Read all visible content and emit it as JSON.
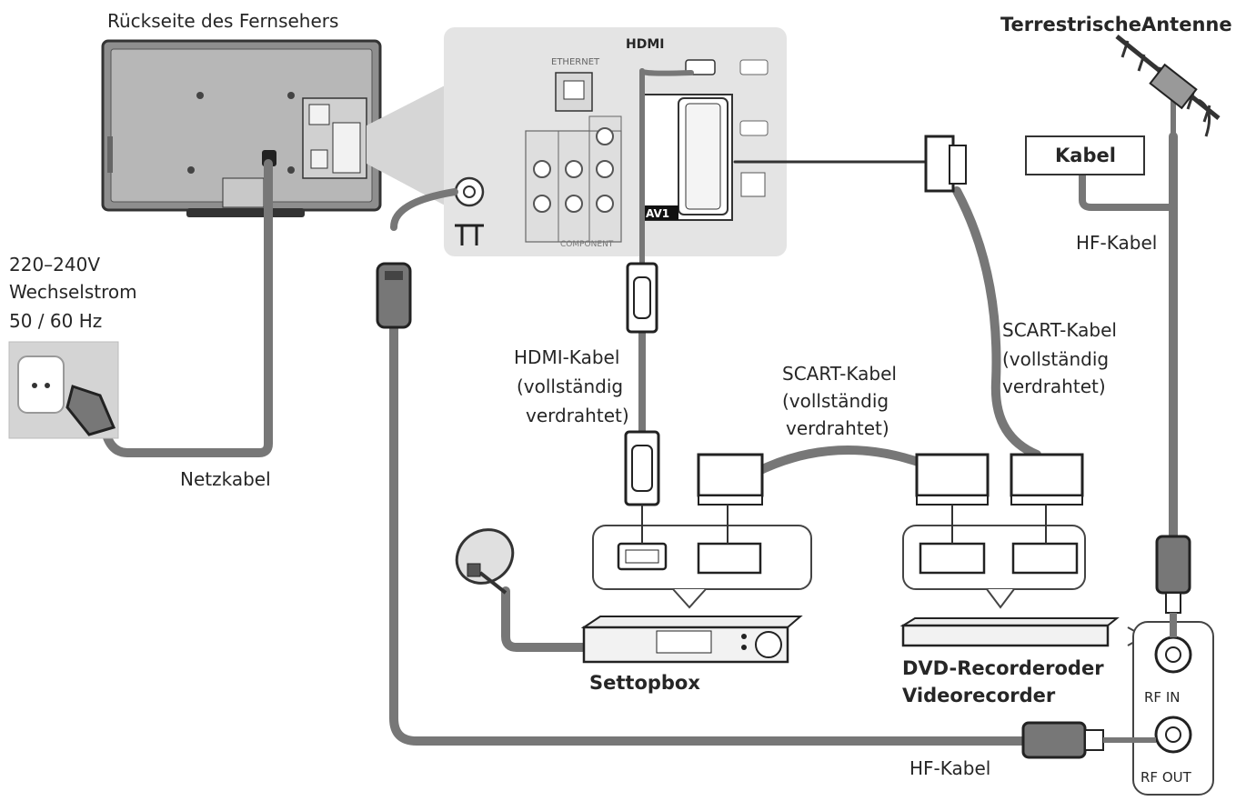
{
  "labels": {
    "tv_back": "Rückseite des Fernsehers",
    "antenna": "TerrestrischeAntenne",
    "kabel": "Kabel",
    "hf_kabel_top": "HF-Kabel",
    "power_line1": "220–240V",
    "power_line2": "Wechselstrom",
    "power_line3": "50 / 60 Hz",
    "netzkabel": "Netzkabel",
    "hdmi_kabel_1": "HDMI-Kabel",
    "hdmi_kabel_2": "(vollständig",
    "hdmi_kabel_3": "verdrahtet)",
    "scart_mid_1": "SCART-Kabel",
    "scart_mid_2": "(vollständig",
    "scart_mid_3": "verdrahtet)",
    "scart_right_1": "SCART-Kabel",
    "scart_right_2": "(vollständig",
    "scart_right_3": "verdrahtet)",
    "settopbox": "Settopbox",
    "dvd_1": "DVD-Recorderoder",
    "dvd_2": "Videorecorder",
    "rf_in": "RF IN",
    "rf_out": "RF OUT",
    "hf_kabel_bottom": "HF-Kabel",
    "panel_hdmi": "HDMI",
    "panel_ethernet": "ETHERNET",
    "panel_av1": "AV1",
    "panel_component": "COMPONENT"
  },
  "colors": {
    "cable": "#777777",
    "panel": "#e4e4e4",
    "outline": "#333333",
    "tv_body": "#9a9a9a"
  }
}
